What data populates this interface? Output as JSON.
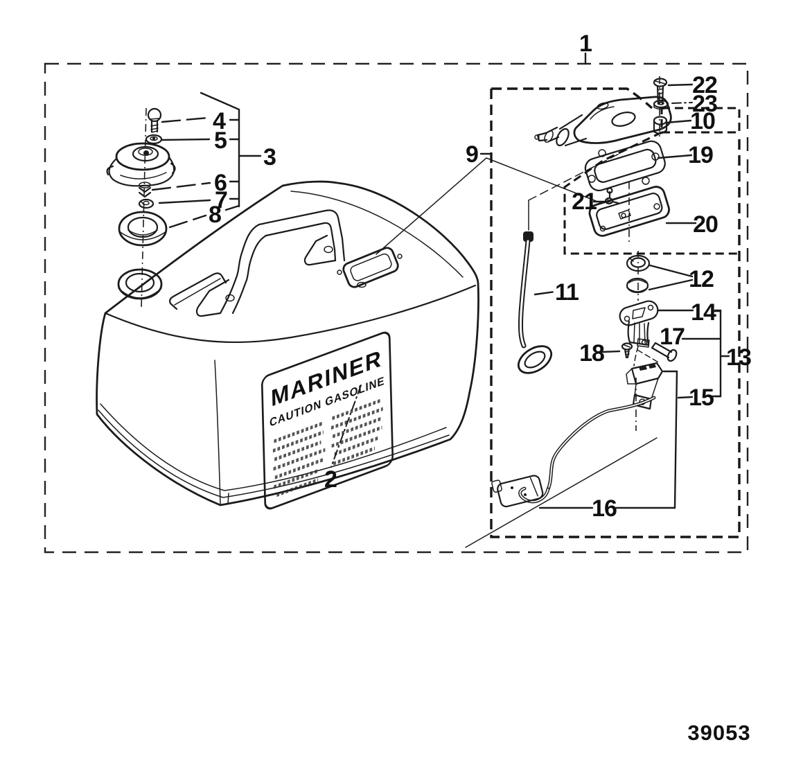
{
  "drawing_number": "39053",
  "tank_label": {
    "brand": "MARINER",
    "caution": "CAUTION GASOLINE"
  },
  "callouts": [
    "1",
    "2",
    "3",
    "4",
    "5",
    "6",
    "7",
    "8",
    "9",
    "10",
    "11",
    "12",
    "13",
    "14",
    "15",
    "16",
    "17",
    "18",
    "19",
    "20",
    "21",
    "22",
    "23"
  ]
}
